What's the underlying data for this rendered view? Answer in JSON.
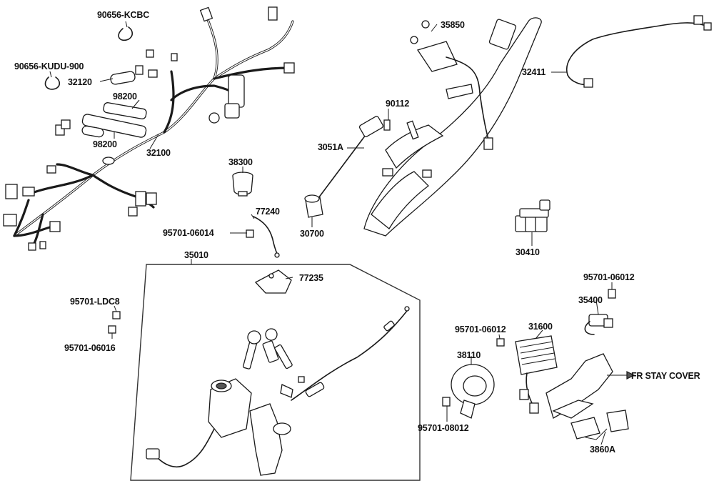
{
  "labels": {
    "p90656_kcbc": "90656-KCBC",
    "p90656_kudu": "90656-KUDU-900",
    "p32120": "32120",
    "p98200_a": "98200",
    "p98200_b": "98200",
    "p32100": "32100",
    "p38300": "38300",
    "p77240": "77240",
    "p95701_06014": "95701-06014",
    "p30700": "30700",
    "p35850": "35850",
    "p90112": "90112",
    "p3051a": "3051A",
    "p32411": "32411",
    "p30410": "30410",
    "p35010": "35010",
    "p77235": "77235",
    "p95701_ldc8": "95701-LDC8",
    "p95701_06016": "95701-06016",
    "p95701_06012_a": "95701-06012",
    "p35400": "35400",
    "p95701_06012_b": "95701-06012",
    "p31600": "31600",
    "p38110": "38110",
    "fr_stay_cover": "FR STAY COVER",
    "p95701_08012": "95701-08012",
    "p3860a": "3860A"
  }
}
